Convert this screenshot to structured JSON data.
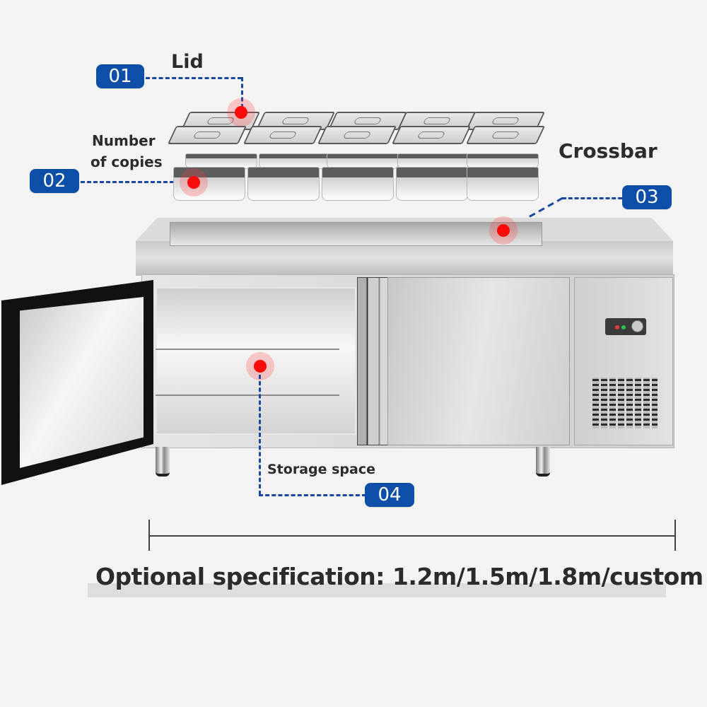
{
  "callouts": [
    {
      "number": "01",
      "label": "Lid"
    },
    {
      "number": "02",
      "label_line1": "Number",
      "label_line2": "of copies"
    },
    {
      "number": "03",
      "label": "Crossbar"
    },
    {
      "number": "04",
      "label": "Storage space"
    }
  ],
  "spec": {
    "text": "Optional specification: 1.2m/1.5m/1.8m/custom"
  },
  "colors": {
    "badge": "#0d4fa8",
    "dashed_line": "#1a47a0",
    "marker": "#ff0a0a",
    "background": "#f4f4f4",
    "text": "#2b2b2b"
  }
}
